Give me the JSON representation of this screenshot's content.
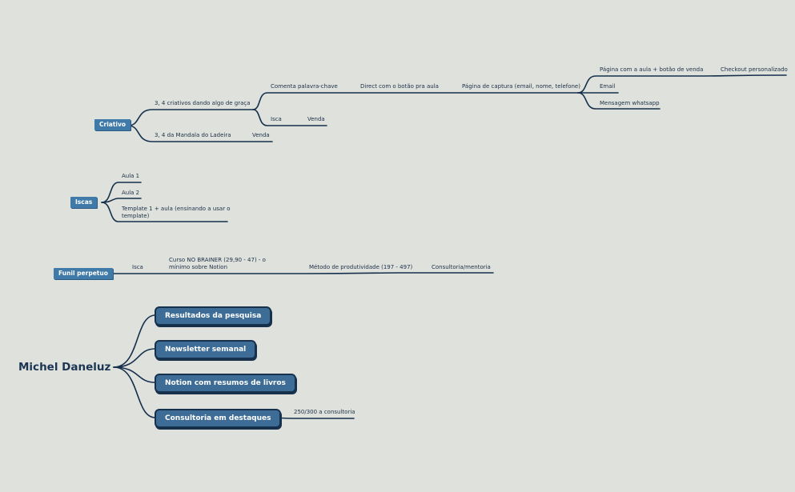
{
  "colors": {
    "background": "#dfe1dd",
    "line": "#16304c",
    "tag": "#3f7aa8",
    "pill": "#3d6d96"
  },
  "criativo": {
    "tag": "Criativo",
    "branch1": "3, 4 criativos dando algo de graça",
    "comenta": "Comenta palavra-chave",
    "direct": "Direct com o botão pra aula",
    "captura": "Página de captura (email, nome, telefone)",
    "pagina_aula": "Página com a aula + botão de venda",
    "checkout": "Checkout personalizado",
    "email": "Email",
    "whatsapp": "Mensagem whatsapp",
    "isca": "Isca",
    "venda1": "Venda",
    "branch2": "3, 4 da Mandala do Ladeira",
    "venda2": "Venda"
  },
  "iscas": {
    "tag": "Iscas",
    "aula1": "Aula 1",
    "aula2": "Aula 2",
    "template": "Template 1 + aula (ensinando a usar o template)"
  },
  "funil": {
    "tag": "Funil perpetuo",
    "isca": "Isca",
    "curso": "Curso NO BRAINER (29,90 - 47) - o mínimo sobre Notion",
    "metodo": "Método de produtividade (197 - 497)",
    "consultoria": "Consultoria/mentoria"
  },
  "root": {
    "title": "Michel Daneluz",
    "topics": [
      "Resultados da pesquisa",
      "Newsletter semanal",
      "Notion com resumos de livros",
      "Consultoria em destaques"
    ],
    "consultoria_note": "250/300 a consultoria"
  }
}
